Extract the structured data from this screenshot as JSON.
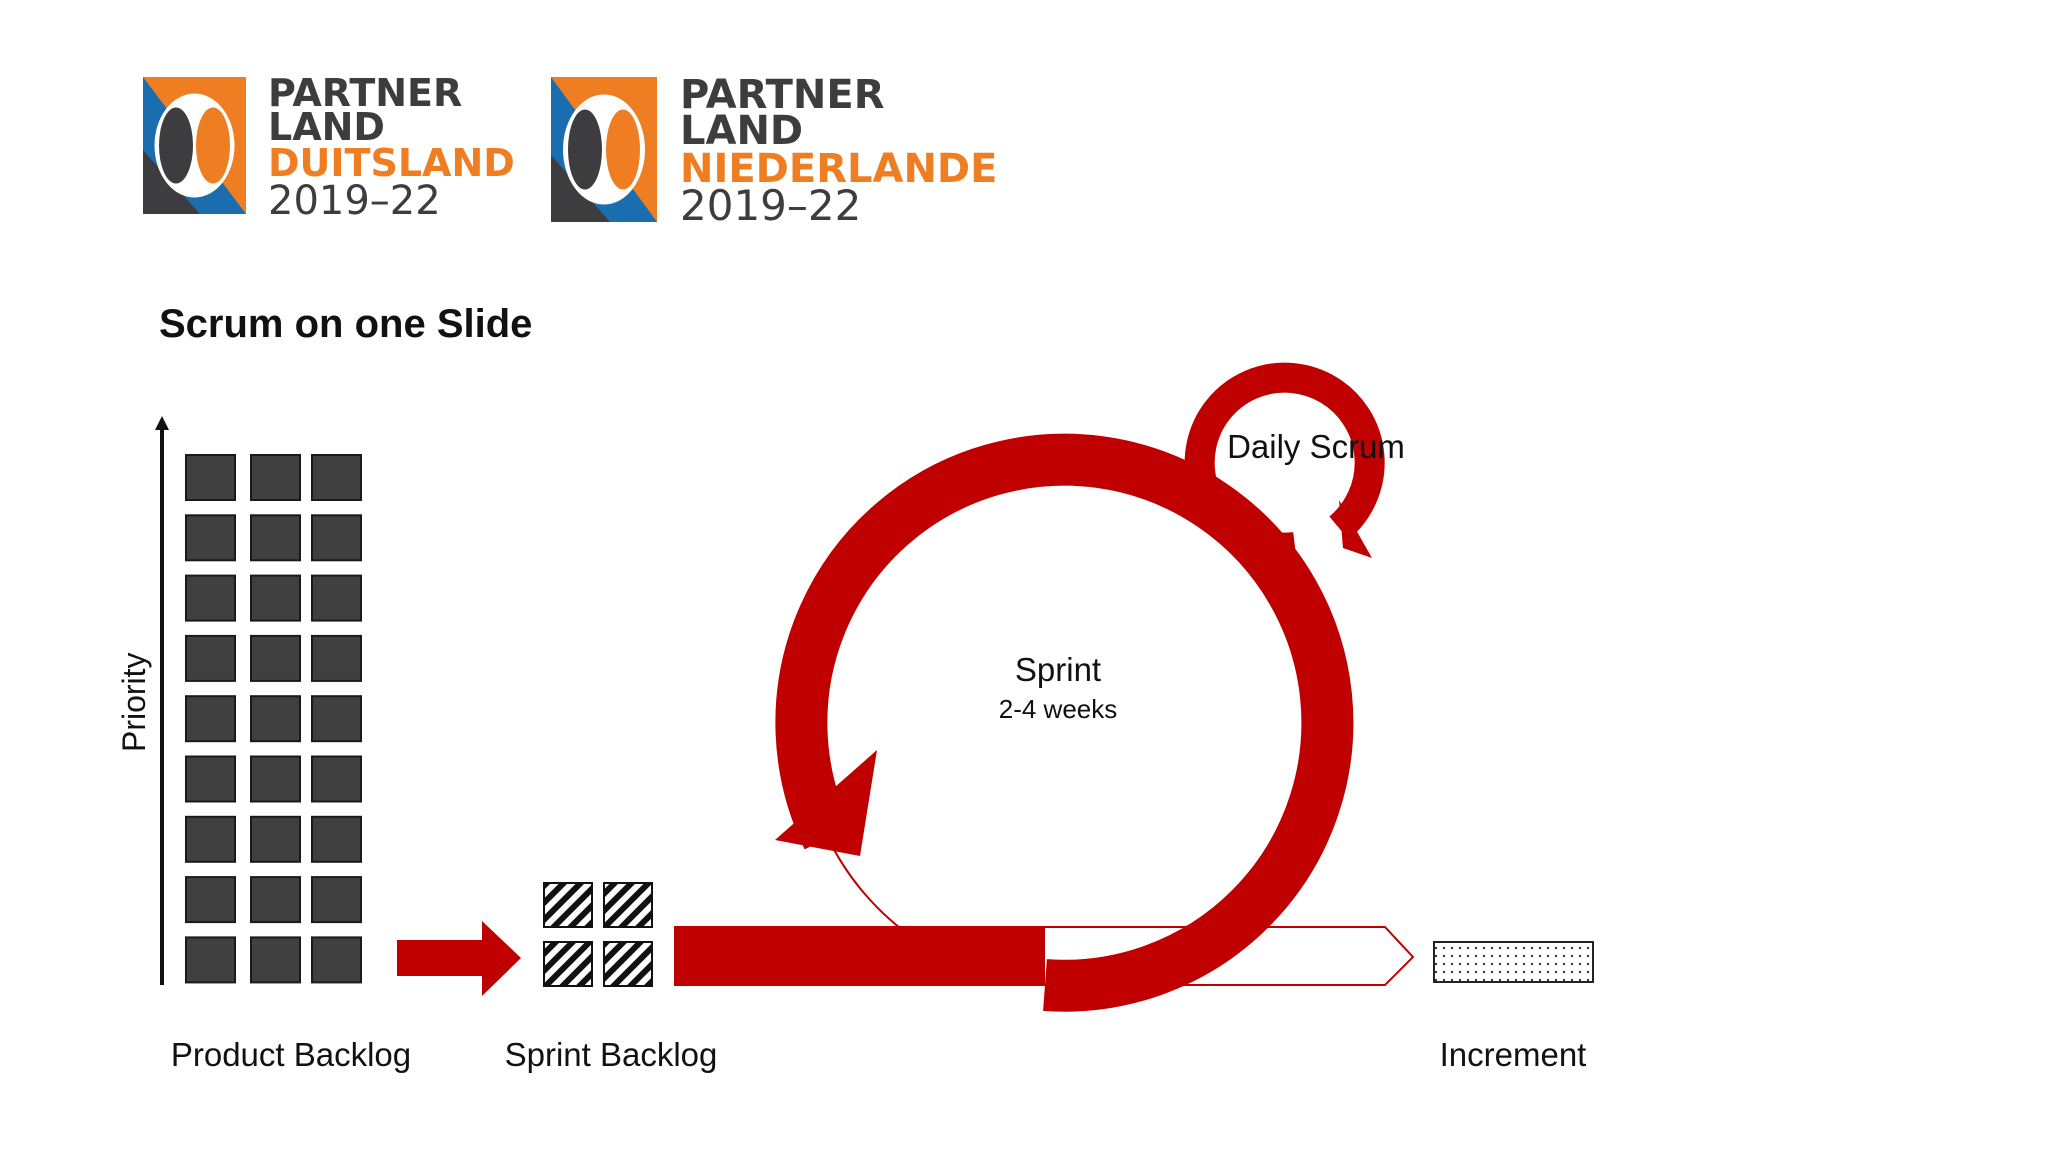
{
  "logos": [
    {
      "line1": "PARTNER",
      "line2": "LAND",
      "country": "DUITSLAND",
      "years": "2019–22"
    },
    {
      "line1": "PARTNER",
      "line2": "LAND",
      "country": "NIEDERLANDE",
      "years": "2019–22"
    }
  ],
  "colors": {
    "red": "#c00000",
    "blue": "#1a6eb0",
    "orange": "#ef7d22",
    "dark": "#3d3d3f",
    "box": "#404040"
  },
  "title": "Scrum on one Slide",
  "axis_label": "Priority",
  "labels": {
    "product_backlog": "Product Backlog",
    "sprint_backlog": "Sprint Backlog",
    "increment": "Increment",
    "sprint": "Sprint",
    "sprint_duration": "2-4 weeks",
    "daily_scrum": "Daily Scrum"
  },
  "product_backlog": {
    "rows": 9,
    "cols": 3
  },
  "sprint_backlog": {
    "rows": 2,
    "cols": 2
  }
}
